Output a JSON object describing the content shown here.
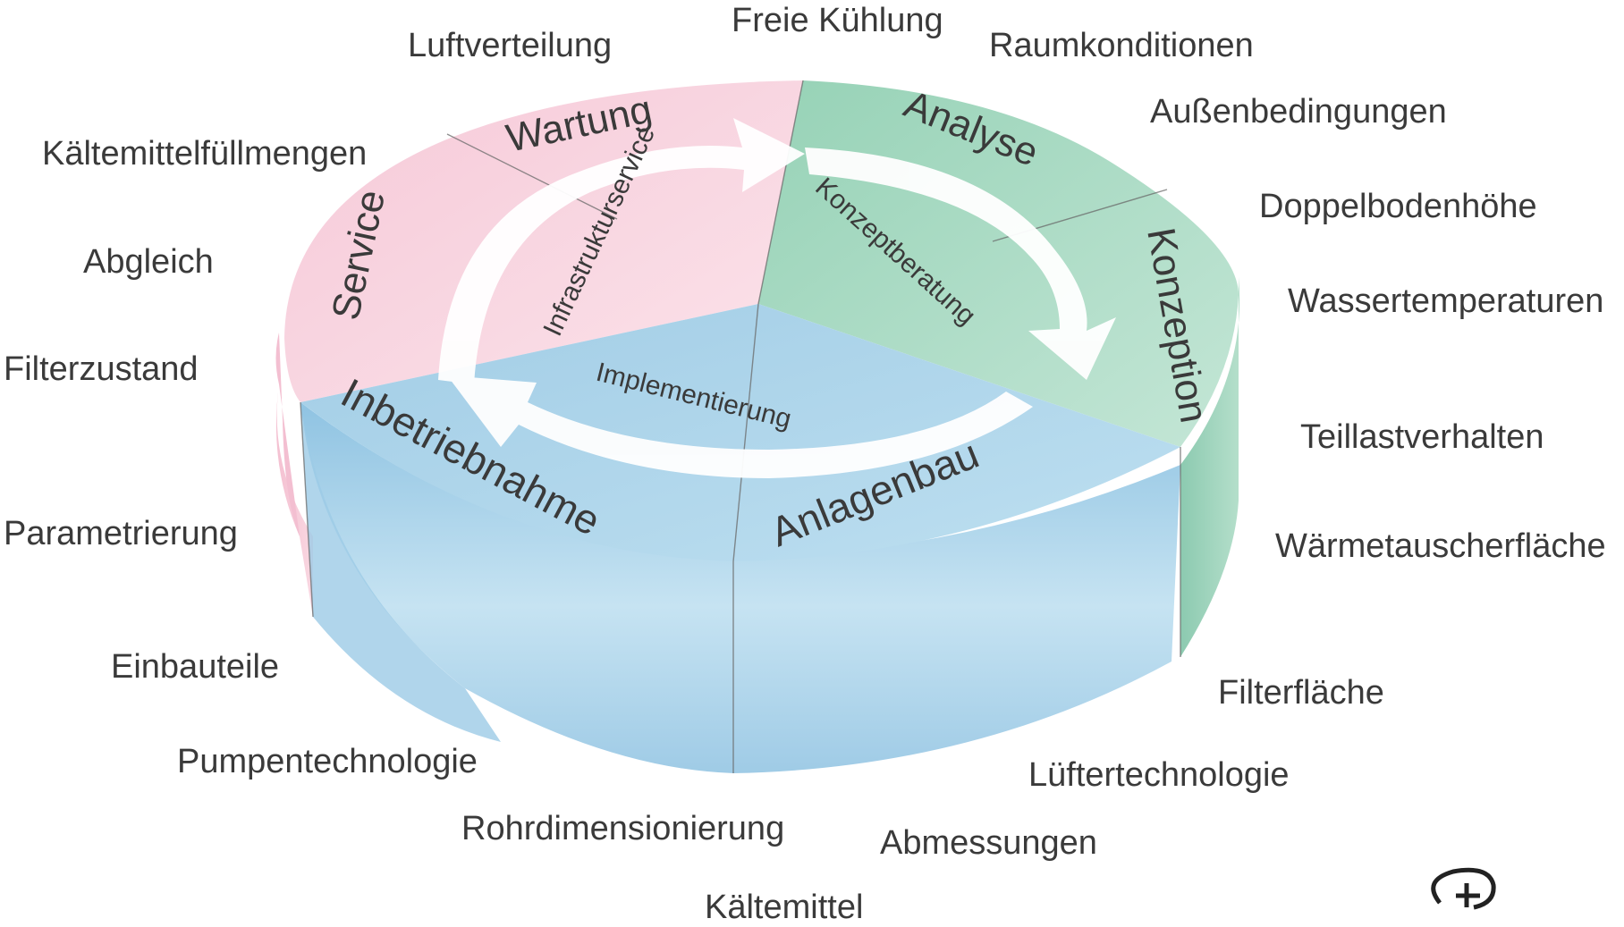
{
  "diagram": {
    "phases": {
      "infrastrukturservice": {
        "label": "Infrastrukturservice",
        "color": "#f4c6d6",
        "segments": {
          "wartung": "Wartung",
          "service": "Service"
        }
      },
      "konzeptberatung": {
        "label": "Konzeptberatung",
        "color": "#a8d9c2",
        "segments": {
          "analyse": "Analyse",
          "konzeption": "Konzeption"
        }
      },
      "implementierung": {
        "label": "Implementierung",
        "color": "#a9d1ea",
        "segments": {
          "inbetriebnahme": "Inbetriebnahme",
          "anlagenbau": "Anlagenbau"
        }
      }
    },
    "outer_labels": {
      "freie_kuehlung": "Freie Kühlung",
      "luftverteilung": "Luftverteilung",
      "raumkonditionen": "Raumkonditionen",
      "aussenbedingungen": "Außenbedingungen",
      "kaeltemittelfuellmengen": "Kältemittelfüllmengen",
      "doppelbodenhoehe": "Doppelbodenhöhe",
      "abgleich": "Abgleich",
      "wassertemperaturen": "Wassertemperaturen",
      "filterzustand": "Filterzustand",
      "teillastverhalten": "Teillastverhalten",
      "parametrierung": "Parametrierung",
      "waermetauscherflaeche": "Wärmetauscherfläche",
      "einbauteile": "Einbauteile",
      "filterflaeche": "Filterfläche",
      "pumpentechnologie": "Pumpentechnologie",
      "lueftertechnologie": "Lüftertechnologie",
      "rohrdimensionierung": "Rohrdimensionierung",
      "abmessungen": "Abmessungen",
      "kaeltemittel": "Kältemittel"
    }
  }
}
